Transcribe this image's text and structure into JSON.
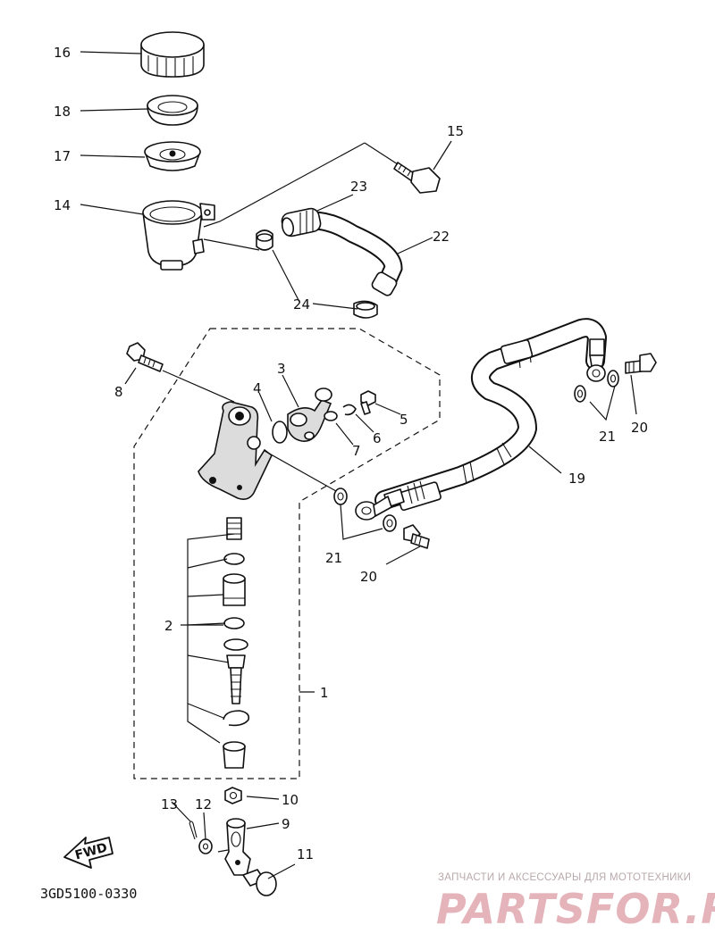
{
  "diagram": {
    "drawing_code": "3GD5100-0330",
    "fwd_label": "FWD",
    "callouts": {
      "c16": "16",
      "c18": "18",
      "c17": "17",
      "c14": "14",
      "c15": "15",
      "c23": "23",
      "c22": "22",
      "c24": "24",
      "c8": "8",
      "c3": "3",
      "c4": "4",
      "c5": "5",
      "c6": "6",
      "c7": "7",
      "c20a": "20",
      "c21a": "21",
      "c19": "19",
      "c21b": "21",
      "c20b": "20",
      "c2": "2",
      "c1": "1",
      "c13": "13",
      "c12": "12",
      "c10": "10",
      "c9": "9",
      "c11": "11"
    }
  },
  "watermark": {
    "tagline": "ЗАПЧАСТИ И АКСЕССУАРЫ ДЛЯ МОТОТЕХНИКИ",
    "brand": "PARTSFOR.RU"
  }
}
